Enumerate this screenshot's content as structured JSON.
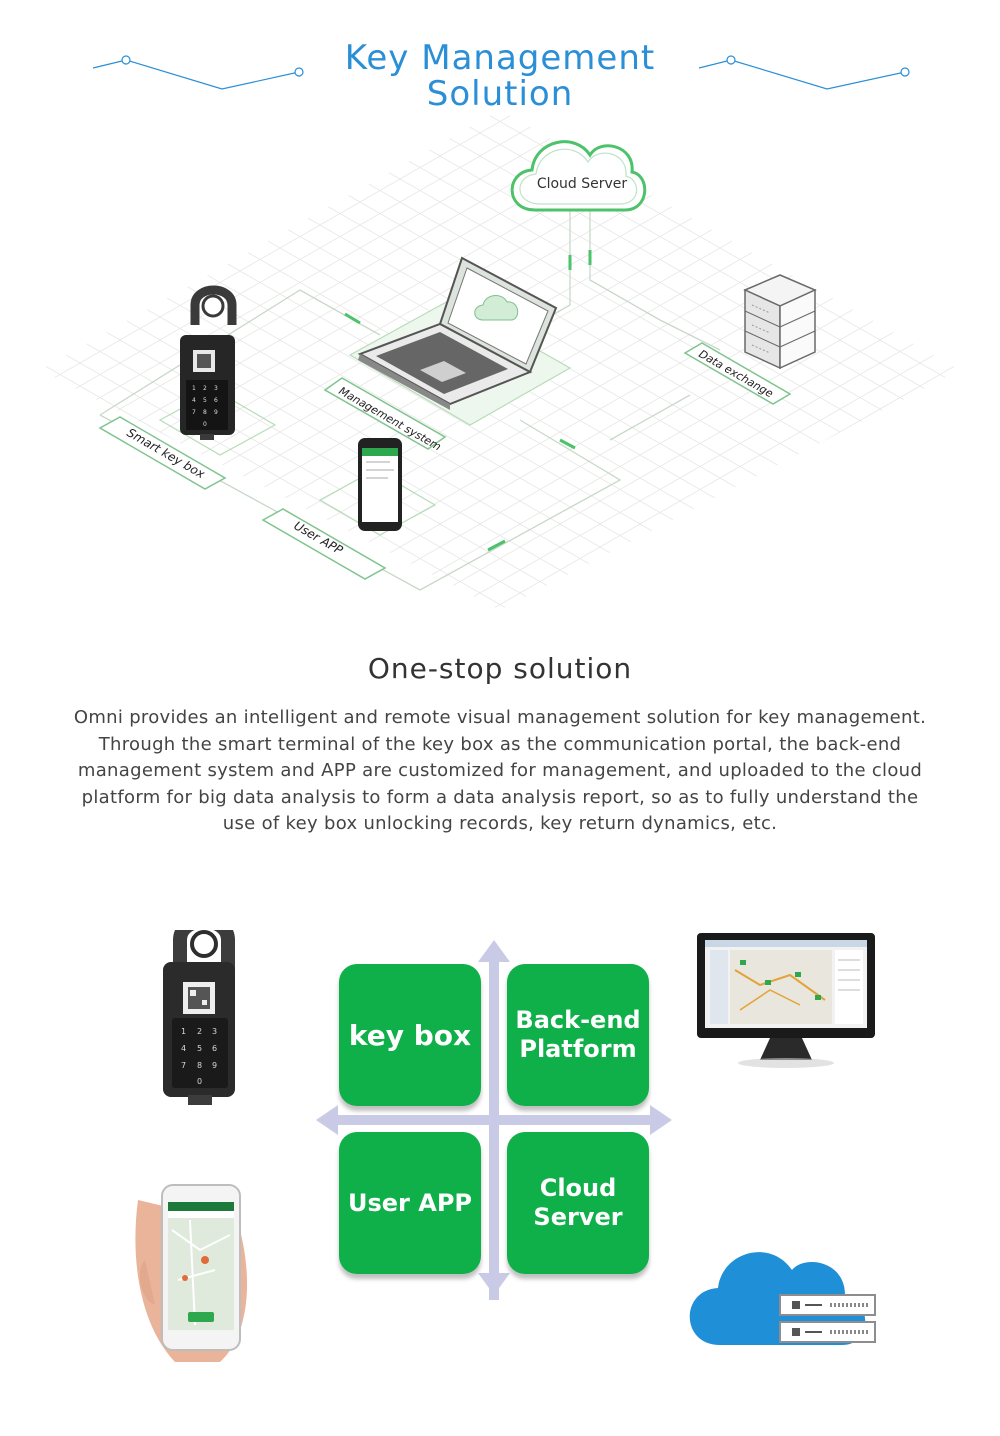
{
  "header": {
    "title_line1": "Key Management",
    "title_line2": "Solution"
  },
  "diagram": {
    "cloud_label": "Cloud Server",
    "labels": {
      "smart_key_box": "Smart key box",
      "management_system": "Management system",
      "user_app": "User APP",
      "data_exchange": "Data exchange"
    },
    "keypad": [
      "1",
      "2",
      "3",
      "4",
      "5",
      "6",
      "7",
      "8",
      "9",
      "",
      "0",
      ""
    ]
  },
  "section": {
    "title": "One-stop solution",
    "description": "Omni provides an intelligent and remote visual management solution for key man­agement. Through the smart terminal of the key box as the communication portal, the back-end management system and APP are customized for management, and upload­ed to the cloud platform for big data analysis to form a data analysis report, so as to fully understand the use of key box unlocking records, key return dynamics, etc."
  },
  "grid": {
    "tiles": {
      "key_box": "key box",
      "backend_line1": "Back-end",
      "backend_line2": "Platform",
      "user_app": "User APP",
      "cloud_line1": "Cloud",
      "cloud_line2": "Server"
    },
    "keypad": [
      "1",
      "2",
      "3",
      "4",
      "5",
      "6",
      "7",
      "8",
      "9",
      "",
      "0",
      ""
    ]
  },
  "colors": {
    "title_blue": "#2a8fd6",
    "tile_green": "#0fb04a",
    "line_green": "#4cc26a",
    "arrow_lavender": "#c9cbe6",
    "cloud_blue": "#1f8fd8"
  },
  "icons": [
    "cloud-icon",
    "laptop-icon",
    "server-stack-icon",
    "key-box-icon",
    "smartphone-icon",
    "monitor-icon",
    "cloud-server-icon"
  ]
}
